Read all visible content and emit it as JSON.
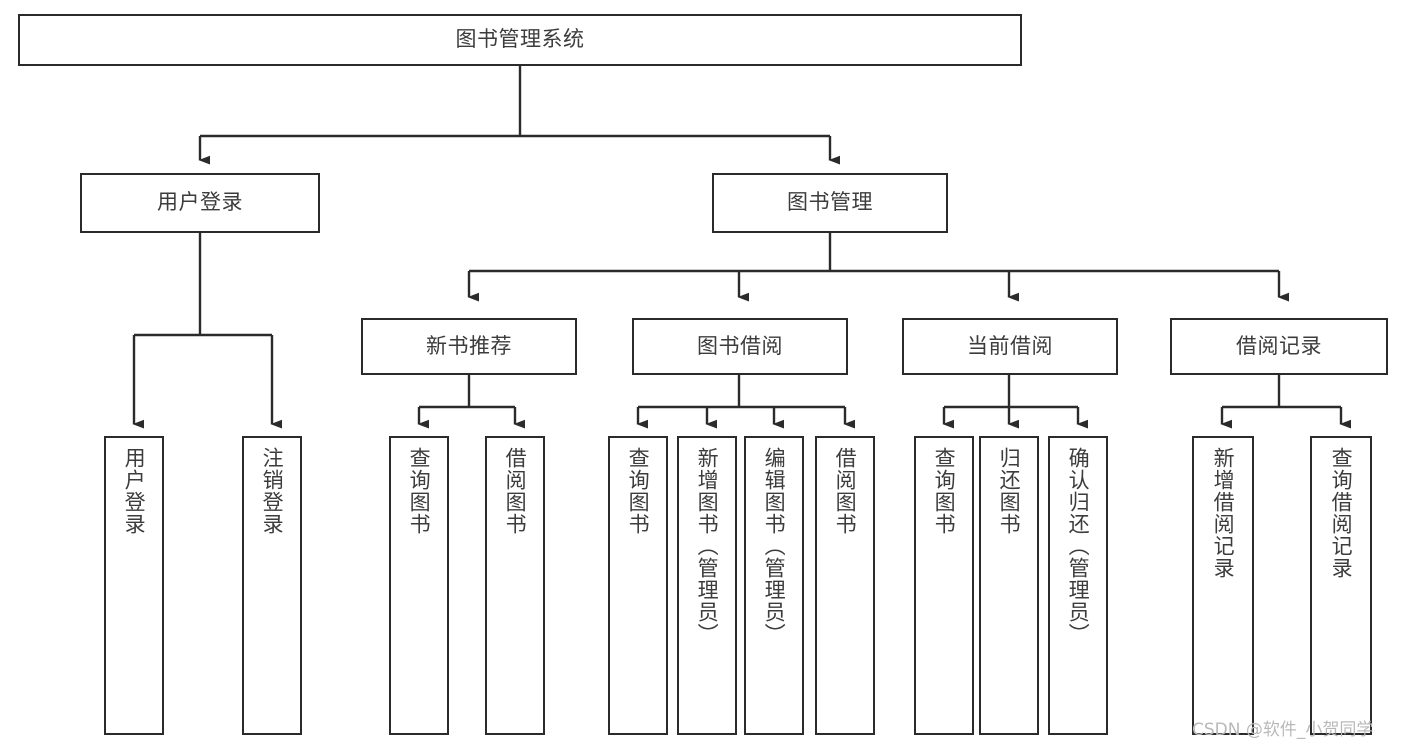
{
  "diagram": {
    "title": "图书管理系统",
    "type": "tree-hierarchy-chart",
    "watermark": "CSDN @软件_小贺同学",
    "colors": {
      "box_border": "#2b2b2b",
      "box_fill": "#ffffff",
      "text": "#3c3c3c",
      "edge": "#2b2b2b",
      "background": "#ffffff",
      "watermark_text": "#b9b9b9"
    }
  },
  "nodes": {
    "root": {
      "label": "图书管理系统"
    },
    "level1": [
      {
        "id": "user-login",
        "label": "用户登录"
      },
      {
        "id": "book-manage",
        "label": "图书管理"
      }
    ],
    "level2": [
      {
        "id": "new-book-recommend",
        "label": "新书推荐"
      },
      {
        "id": "book-borrow",
        "label": "图书借阅"
      },
      {
        "id": "current-borrow",
        "label": "当前借阅"
      },
      {
        "id": "borrow-record",
        "label": "借阅记录"
      }
    ],
    "leaves": {
      "user_login": [
        {
          "id": "leaf-user-login",
          "label": "用户登录"
        },
        {
          "id": "leaf-logout-login",
          "label": "注销登录"
        }
      ],
      "new_book_recommend": [
        {
          "id": "leaf-query-book-1",
          "label": "查询图书"
        },
        {
          "id": "leaf-borrow-book-1",
          "label": "借阅图书"
        }
      ],
      "book_borrow": [
        {
          "id": "leaf-query-book-2",
          "label": "查询图书"
        },
        {
          "id": "leaf-add-book-admin",
          "label": "新增图书（管理员）"
        },
        {
          "id": "leaf-edit-book-admin",
          "label": "编辑图书（管理员）"
        },
        {
          "id": "leaf-borrow-book-2",
          "label": "借阅图书"
        }
      ],
      "current_borrow": [
        {
          "id": "leaf-query-book-3",
          "label": "查询图书"
        },
        {
          "id": "leaf-return-book",
          "label": "归还图书"
        },
        {
          "id": "leaf-confirm-return-admin",
          "label": "确认归还（管理员）"
        }
      ],
      "borrow_record": [
        {
          "id": "leaf-add-borrow-record",
          "label": "新增借阅记录"
        },
        {
          "id": "leaf-query-borrow-record",
          "label": "查询借阅记录"
        }
      ]
    }
  }
}
